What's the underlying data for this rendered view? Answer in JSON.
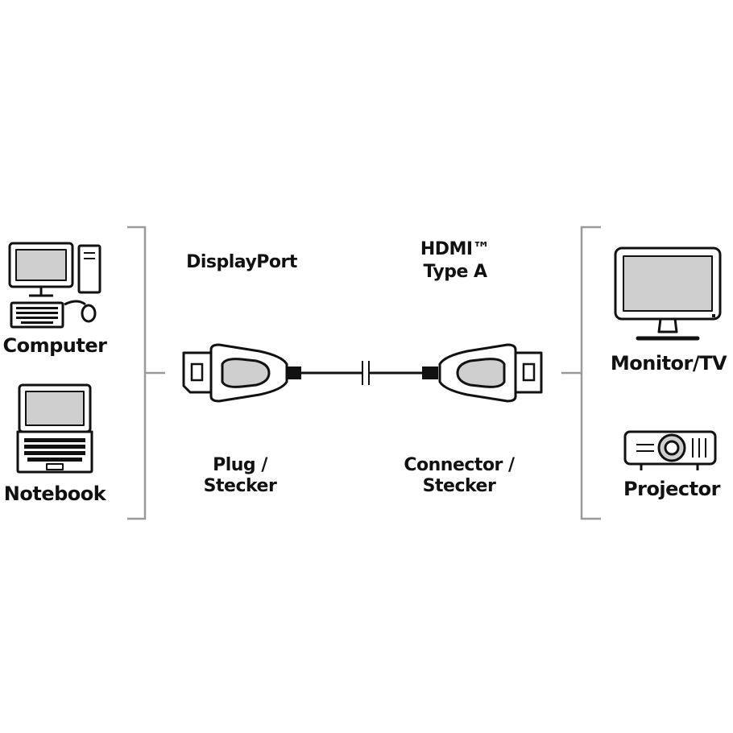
{
  "colors": {
    "ink": "#111111",
    "gray_fill": "#cfcfcf",
    "bracket": "#9a9a9a",
    "background": "#ffffff"
  },
  "icons": [
    "desktop-computer-icon",
    "notebook-icon",
    "monitor-tv-icon",
    "projector-icon",
    "displayport-plug-icon",
    "hdmi-connector-icon"
  ],
  "left_devices": {
    "computer_label": "Computer",
    "notebook_label": "Notebook"
  },
  "right_devices": {
    "monitor_label": "Monitor/TV",
    "projector_label": "Projector"
  },
  "cable": {
    "left_connector": {
      "name": "DisplayPort",
      "type_line1": "Plug /",
      "type_line2": "Stecker"
    },
    "right_connector": {
      "name_line1": "HDMI™",
      "name_line2": "Type A",
      "type_line1": "Connector /",
      "type_line2": "Stecker"
    }
  }
}
